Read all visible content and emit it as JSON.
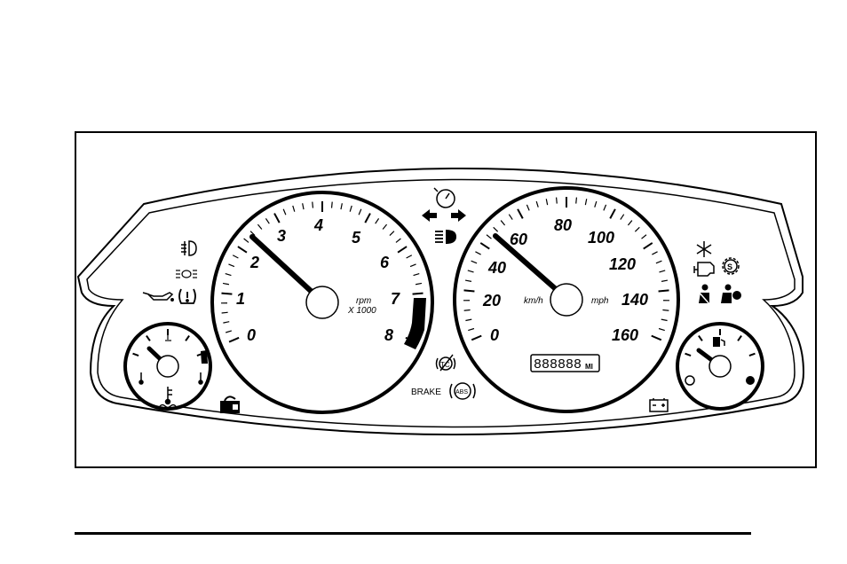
{
  "tachometer": {
    "labels": [
      "0",
      "1",
      "2",
      "3",
      "4",
      "5",
      "6",
      "7",
      "8"
    ],
    "unit_line1": "rpm",
    "unit_line2": "X 1000"
  },
  "speedometer": {
    "kmh_labels": [
      "0",
      "20",
      "40",
      "60",
      "80",
      "100",
      "120",
      "140",
      "160"
    ],
    "unit_left": "km/h",
    "unit_right": "mph"
  },
  "odometer": {
    "digits": "888888",
    "unit": "MI"
  },
  "indicators": {
    "brake_label": "BRAKE",
    "abs_label": "ABS",
    "tc_label": "TC"
  },
  "icons": [
    "front-fog-lamp-icon",
    "rear-fog-lamp-icon",
    "oil-pressure-icon",
    "tire-pressure-icon",
    "cruise-control-icon",
    "turn-signal-left-icon",
    "turn-signal-right-icon",
    "high-beam-icon",
    "snowflake-icon",
    "check-engine-icon",
    "service-icon",
    "seatbelt-icon",
    "airbag-icon",
    "security-lock-icon",
    "battery-icon",
    "traction-control-icon",
    "abs-icon",
    "coolant-temp-icon",
    "fuel-pump-icon"
  ]
}
